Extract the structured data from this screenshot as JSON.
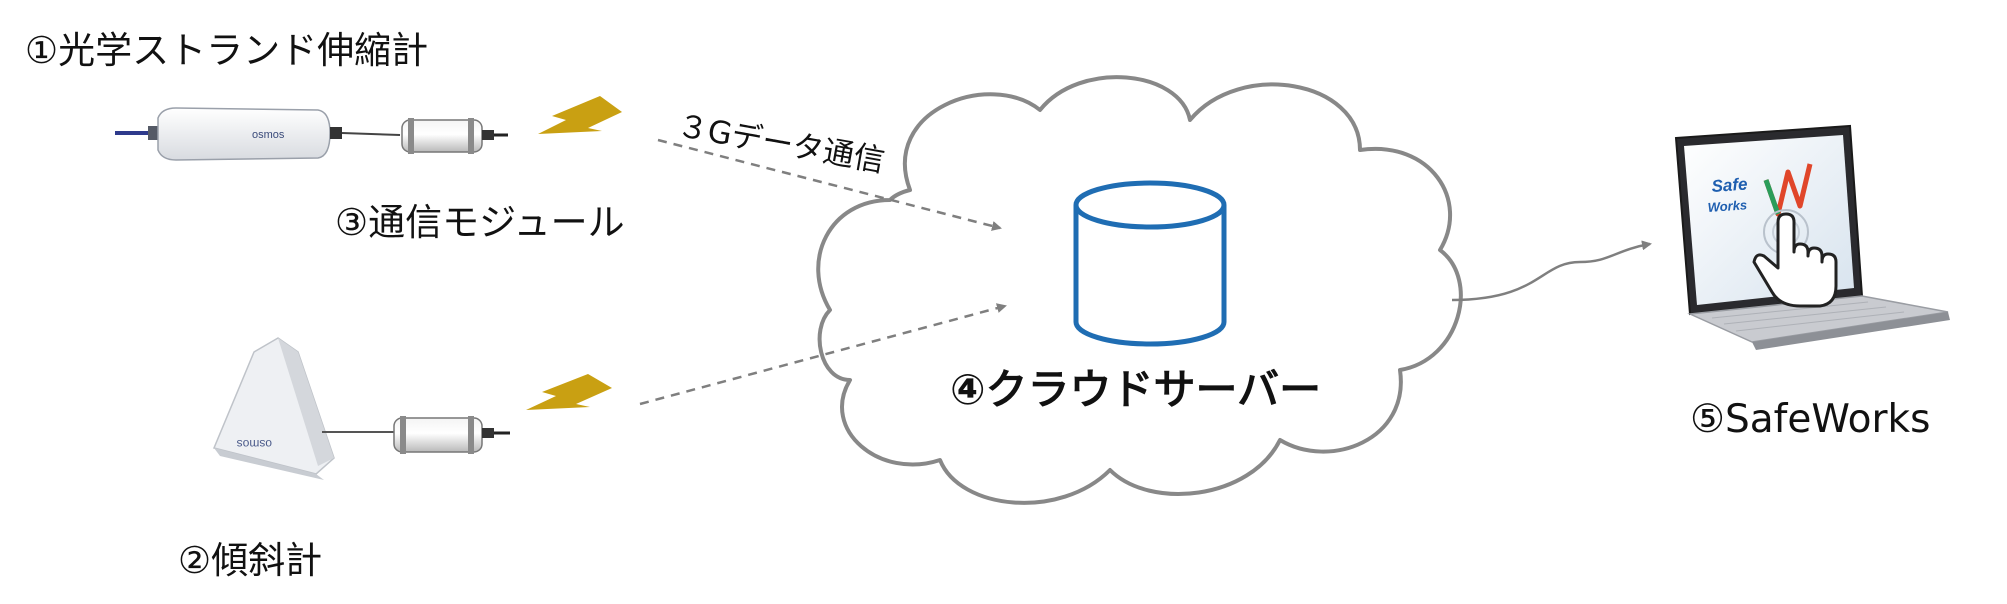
{
  "labels": {
    "strand_gauge": "①光学ストランド伸縮計",
    "comm_module": "③通信モジュール",
    "inclinometer": "②傾斜計",
    "cloud_server": "④クラウドサーバー",
    "safeworks": "⑤SafeWorks",
    "link_3g": "３Gデータ通信"
  },
  "device_texts": {
    "strand_brand": "osmos",
    "incl_brand": "osmos",
    "screen_logo_line1": "Safe",
    "screen_logo_line2": "Works"
  },
  "colors": {
    "arrow": "#7f7f7f",
    "cloud_stroke": "#888888",
    "database": "#1f6db3",
    "lightning": "#c9a012",
    "cable": "#2e3a8c"
  },
  "icons": [
    "lightning-icon",
    "database-icon",
    "cloud-icon",
    "laptop-icon",
    "hand-pointer-icon"
  ]
}
